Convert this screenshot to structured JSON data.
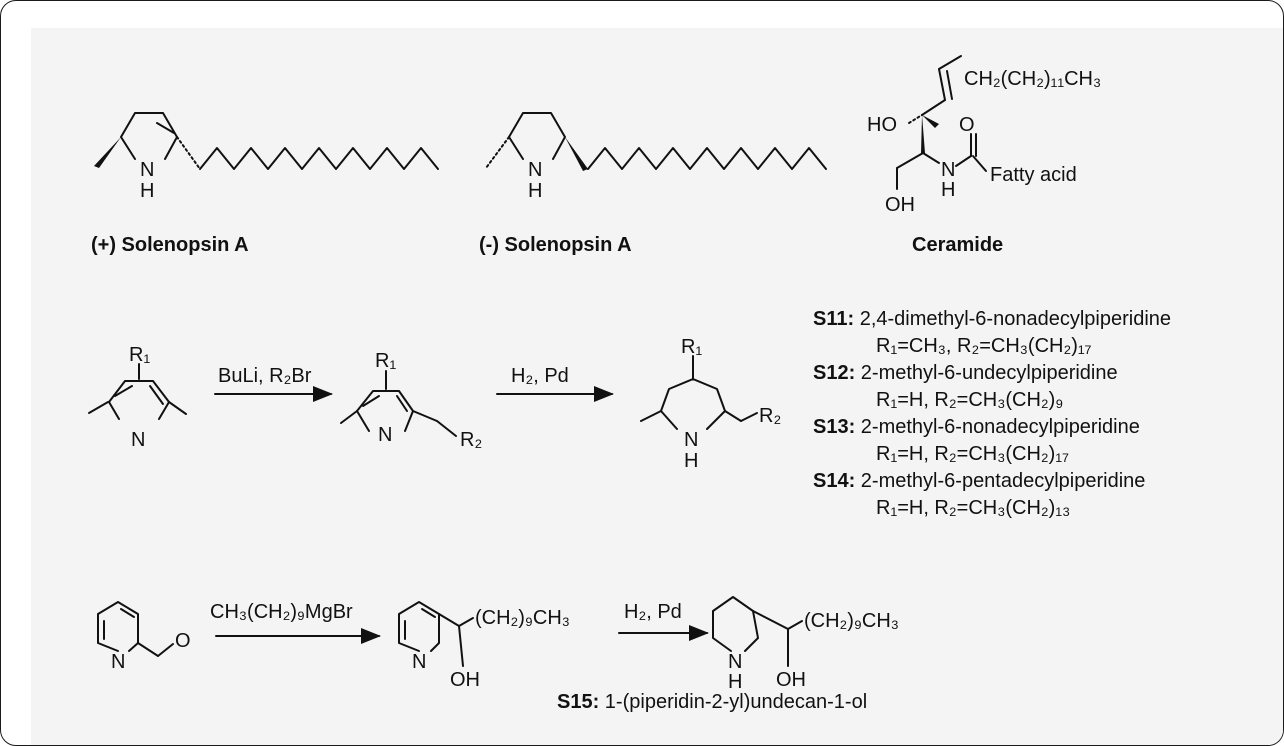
{
  "labels": {
    "sol_plus": "(+) Solenopsin A",
    "sol_minus": "(-) Solenopsin A",
    "ceramide": "Ceramide"
  },
  "atoms": {
    "nh_N": "N",
    "nh_H": "H",
    "n": "N",
    "o": "O",
    "ho": "HO",
    "oh": "OH",
    "ceramide_chain": "CH₂(CH₂)₁₁CH₃",
    "fatty_acid": "Fatty acid",
    "r1": "R₁",
    "r2": "R₂",
    "decyl": "(CH₂)₉CH₃"
  },
  "reagents": {
    "step1": "BuLi, R₂Br",
    "step2": "H₂, Pd",
    "step3": "CH₃(CH₂)₉MgBr",
    "step4": "H₂, Pd"
  },
  "compounds": [
    {
      "code": "S11:",
      "name": " 2,4-dimethyl-6-nonadecylpiperidine",
      "subs": "R₁=CH₃, R₂=CH₃(CH₂)₁₇"
    },
    {
      "code": "S12:",
      "name": " 2-methyl-6-undecylpiperidine",
      "subs": "R₁=H, R₂=CH₃(CH₂)₉"
    },
    {
      "code": "S13:",
      "name": " 2-methyl-6-nonadecylpiperidine",
      "subs": "R₁=H, R₂=CH₃(CH₂)₁₇"
    },
    {
      "code": "S14:",
      "name": " 2-methyl-6-pentadecylpiperidine",
      "subs": "R₁=H, R₂=CH₃(CH₂)₁₃"
    }
  ],
  "s15": {
    "code": "S15:",
    "name": " 1-(piperidin-2-yl)undecan-1-ol"
  }
}
